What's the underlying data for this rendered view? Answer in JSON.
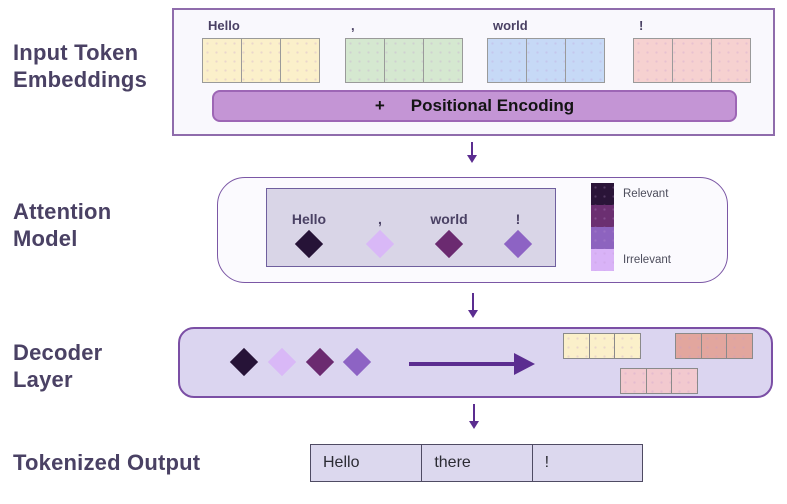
{
  "palette": {
    "arrow": "#5b2d90",
    "input_panel_border": "#8f6cac",
    "attention_panel_border": "#7b57a5",
    "decoder_panel_border": "#7b4fa5",
    "decoder_panel_bg": "#dbd5f0",
    "section_label_text": "#4a4164",
    "positional_bar_bg": "#c495d5",
    "positional_bar_border": "#9d66b5",
    "output_table_bg": "#dcd8ee"
  },
  "sections": {
    "input": {
      "label_line1": "Input Token",
      "label_line2": "Embeddings",
      "tokens": [
        {
          "label": "Hello",
          "color": "#fbf0ca"
        },
        {
          "label": ",",
          "color": "#d5e8d0"
        },
        {
          "label": "world",
          "color": "#c6d9f6"
        },
        {
          "label": "!",
          "color": "#f6d1d0"
        }
      ],
      "positional_plus": "+",
      "positional_label": "Positional Encoding"
    },
    "attention": {
      "label_line1": "Attention",
      "label_line2": "Model",
      "tokens": [
        {
          "label": "Hello",
          "color": "#261337"
        },
        {
          "label": ",",
          "color": "#d9b8f7"
        },
        {
          "label": "world",
          "color": "#6b2a70"
        },
        {
          "label": "!",
          "color": "#8d63c4"
        }
      ],
      "legend": {
        "squares": [
          "#2a1438",
          "#6b2f71",
          "#8d63bf",
          "#d9b3f7"
        ],
        "top_label": "Relevant",
        "bottom_label": "Irrelevant"
      }
    },
    "decoder": {
      "label_line1": "Decoder",
      "label_line2": "Layer",
      "diamonds": [
        "#261337",
        "#d9b8f7",
        "#6b2a70",
        "#8d63c4"
      ],
      "groups": [
        {
          "name": "yellow-embedding",
          "color": "#fbf0ca"
        },
        {
          "name": "salmon-embedding",
          "color": "#e2a69e"
        },
        {
          "name": "pink-embedding",
          "color": "#f2c9cf"
        }
      ]
    },
    "output": {
      "label": "Tokenized Output",
      "cells": [
        "Hello",
        "there",
        "!"
      ]
    }
  }
}
